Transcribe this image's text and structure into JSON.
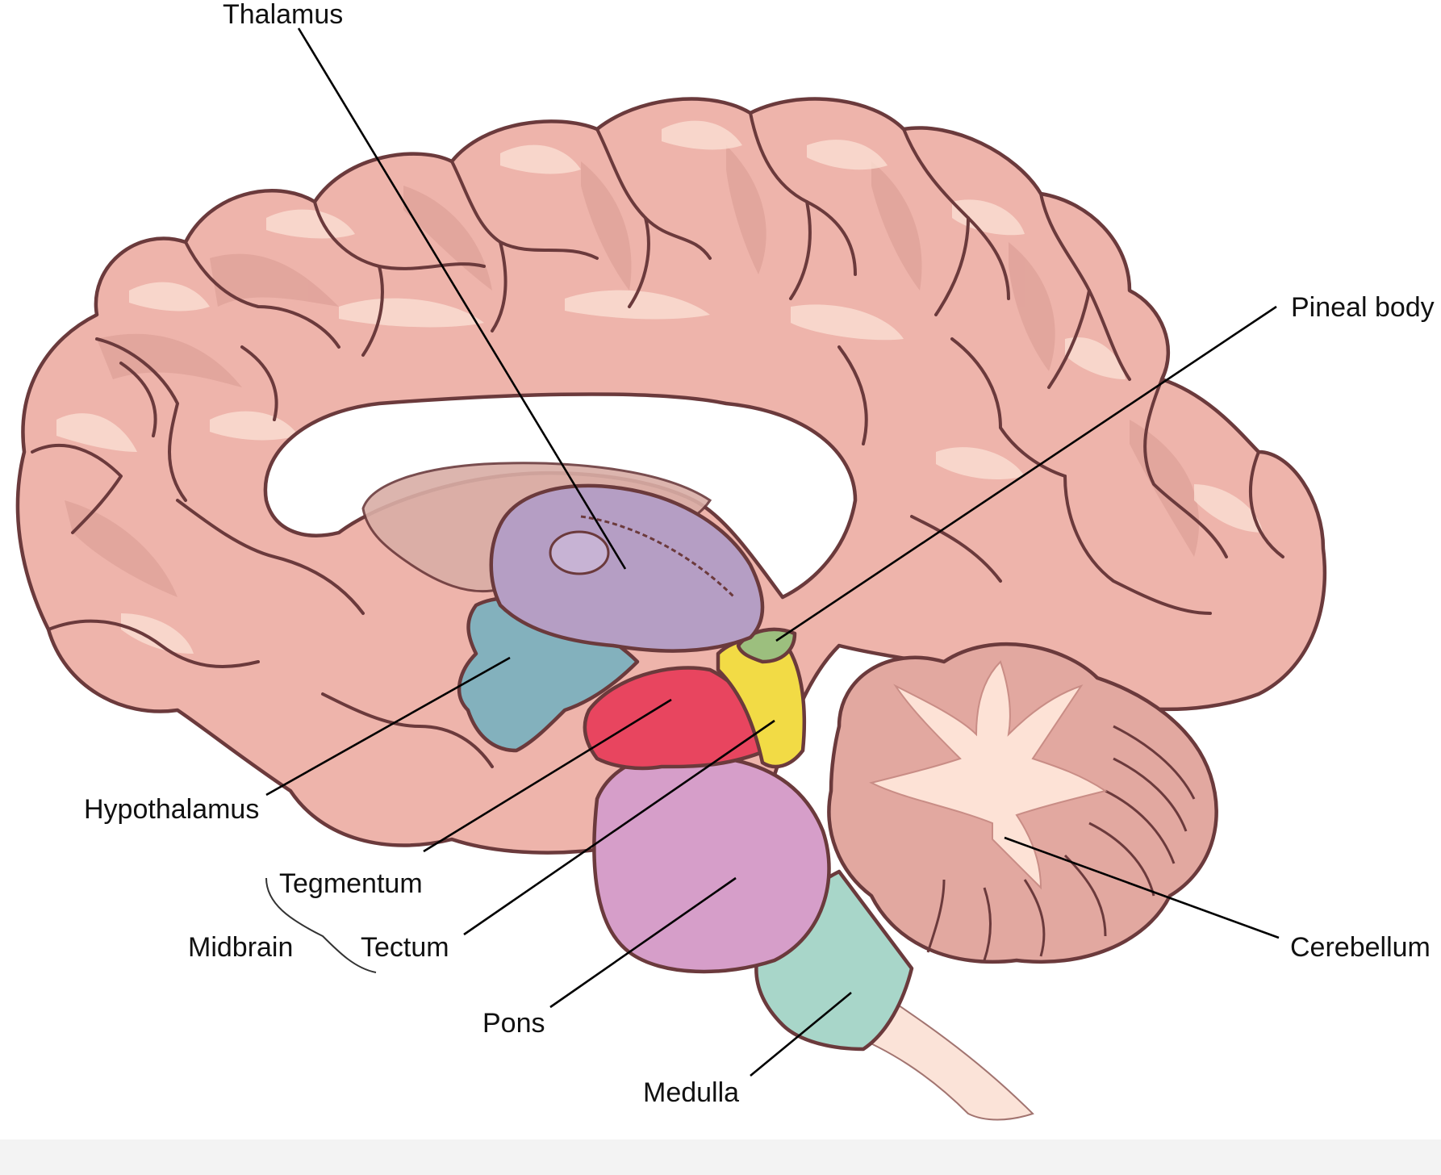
{
  "labels": {
    "thalamus": "Thalamus",
    "pineal_body": "Pineal body",
    "hypothalamus": "Hypothalamus",
    "tegmentum": "Tegmentum",
    "midbrain": "Midbrain",
    "tectum": "Tectum",
    "pons": "Pons",
    "medulla": "Medulla",
    "cerebellum": "Cerebellum"
  },
  "colors": {
    "cortex": "#eeb4ab",
    "cortex_dark": "#d99a92",
    "outline": "#6b3a3c",
    "thalamus": "#b59ec4",
    "hypothalamus": "#83b1bd",
    "tegmentum": "#e8455f",
    "tectum": "#f2db45",
    "pineal_body": "#9cbf7e",
    "pons": "#d69ec9",
    "medulla": "#a8d6c9",
    "cerebellum": "#e2a8a0",
    "spinal_cord": "#fbe3d8",
    "corpus_callosum_gap": "#ffffff"
  }
}
